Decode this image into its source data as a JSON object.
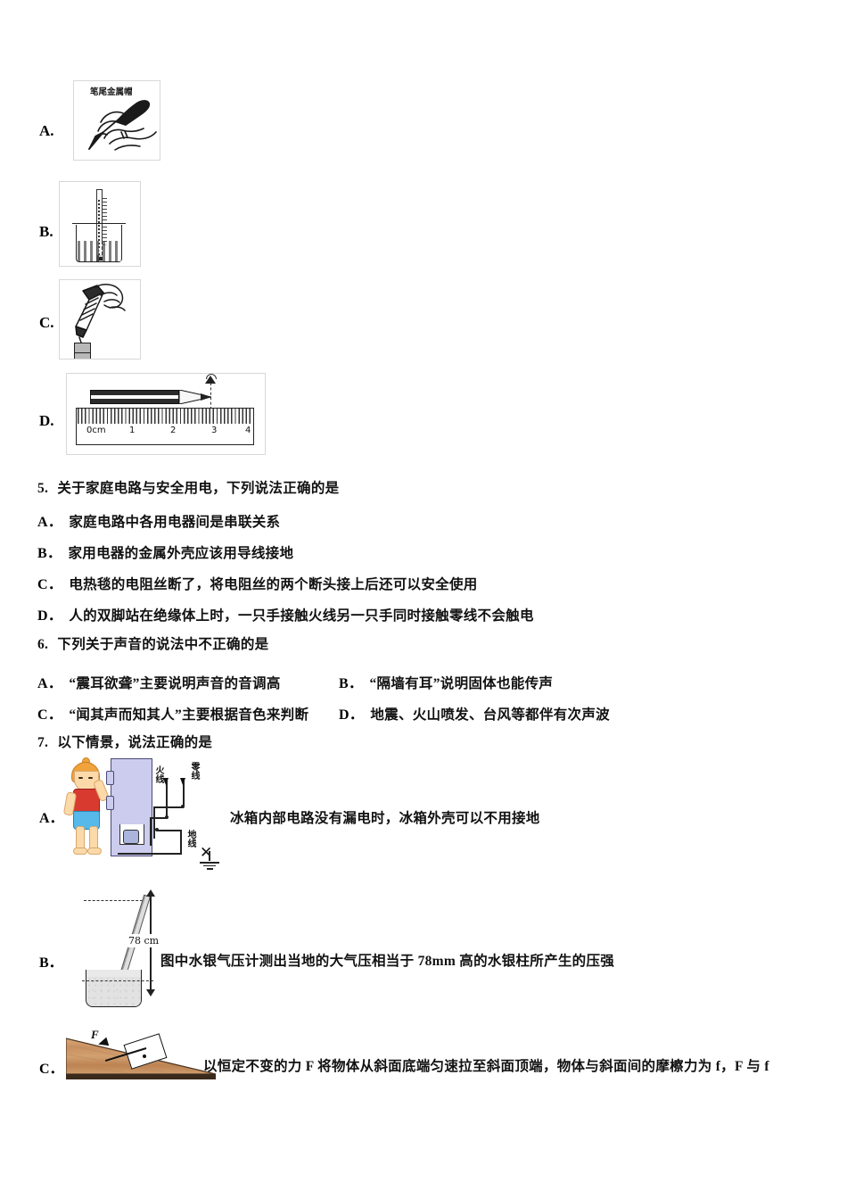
{
  "document": {
    "type": "physics-exam-page",
    "language": "zh-CN",
    "background_color": "#ffffff"
  },
  "q4_image_options": {
    "options": [
      {
        "letter": "A.",
        "figure_name": "hand-holding-ballpoint-pen",
        "caption": "笔尾金属帽"
      },
      {
        "letter": "B.",
        "figure_name": "thermometer-in-beaker",
        "caption": ""
      },
      {
        "letter": "C.",
        "figure_name": "spring-scale-with-weights",
        "caption": ""
      },
      {
        "letter": "D.",
        "figure_name": "pencil-measured-on-ruler",
        "caption": "",
        "ruler_ticks": [
          "0cm",
          "1",
          "2",
          "3",
          "4"
        ]
      }
    ]
  },
  "question5": {
    "number": "5.",
    "stem": "关于家庭电路与安全用电，下列说法正确的是",
    "options": [
      {
        "letter": "A．",
        "text": "家庭电路中各用电器间是串联关系"
      },
      {
        "letter": "B．",
        "text": "家用电器的金属外壳应该用导线接地"
      },
      {
        "letter": "C．",
        "text": "电热毯的电阻丝断了，将电阻丝的两个断头接上后还可以安全使用"
      },
      {
        "letter": "D．",
        "text": "人的双脚站在绝缘体上时，一只手接触火线另一只手同时接触零线不会触电"
      }
    ]
  },
  "question6": {
    "number": "6.",
    "stem": "下列关于声音的说法中不正确的是",
    "options_row1": [
      {
        "letter": "A．",
        "text": "“震耳欲聋”主要说明声音的音调高"
      },
      {
        "letter": "B．",
        "text": "“隔墙有耳”说明固体也能传声"
      }
    ],
    "options_row2": [
      {
        "letter": "C．",
        "text": "“闻其声而知其人”主要根据音色来判断"
      },
      {
        "letter": "D．",
        "text": "地震、火山喷发、台风等都伴有次声波"
      }
    ]
  },
  "question7": {
    "number": "7.",
    "stem": "以下情景，说法正确的是",
    "options": [
      {
        "letter": "A．",
        "figure_name": "boy-touching-refrigerator-with-ungrounded-wire",
        "figure_labels": {
          "live_wire": "火线",
          "neutral_wire": "零线",
          "ground_wire": "地线",
          "cross": "✕"
        },
        "text": "冰箱内部电路没有漏电时，冰箱外壳可以不用接地"
      },
      {
        "letter": "B．",
        "figure_name": "mercury-barometer-tilted-tube",
        "figure_labels": {
          "height": "78 cm"
        },
        "text": "图中水银气压计测出当地的大气压相当于 78mm 高的水银柱所产生的压强"
      },
      {
        "letter": "C．",
        "figure_name": "block-pulled-up-inclined-plane",
        "figure_labels": {
          "force": "F"
        },
        "text": "以恒定不变的力 F 将物体从斜面底端匀速拉至斜面顶端，物体与斜面间的摩檫力为 f，F 与 f"
      }
    ]
  },
  "colors": {
    "page_bg": "#ffffff",
    "text": "#111111",
    "fridge_body": "#ccccee",
    "boy_hair": "#f0a33c",
    "boy_shirt": "#d83a30",
    "boy_shorts": "#56b9ea",
    "skin": "#fcd9a8",
    "incline_wood": "#c89060",
    "incline_base": "#3a2a1c",
    "mercury_grey": "#e2e2e2"
  }
}
